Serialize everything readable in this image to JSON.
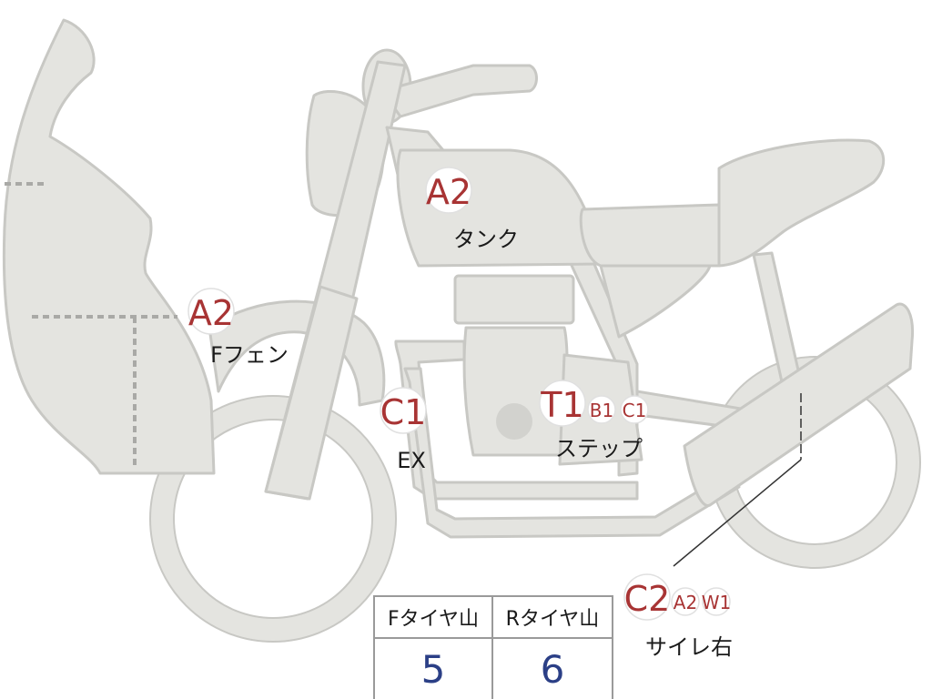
{
  "colors": {
    "body_fill": "#e4e4e0",
    "body_stroke": "#c8c8c4",
    "badge_text": "#a83434",
    "badge_fill": "#ffffff",
    "label_text": "#1a1a1a",
    "value_text": "#2b3f86"
  },
  "markers": {
    "tank": {
      "codes": [
        "A2"
      ],
      "label": "タンク"
    },
    "front_fender": {
      "codes": [
        "A2"
      ],
      "label": "Fフェン"
    },
    "exhaust": {
      "codes": [
        "C1"
      ],
      "label": "EX"
    },
    "step": {
      "codes": [
        "T1",
        "B1",
        "C1"
      ],
      "label": "ステップ"
    },
    "silencer_right": {
      "codes": [
        "C2",
        "A2",
        "W1"
      ],
      "label": "サイレ右"
    }
  },
  "tread_table": {
    "front_header": "Fタイヤ山",
    "rear_header": "Rタイヤ山",
    "front_value": "5",
    "rear_value": "6"
  }
}
